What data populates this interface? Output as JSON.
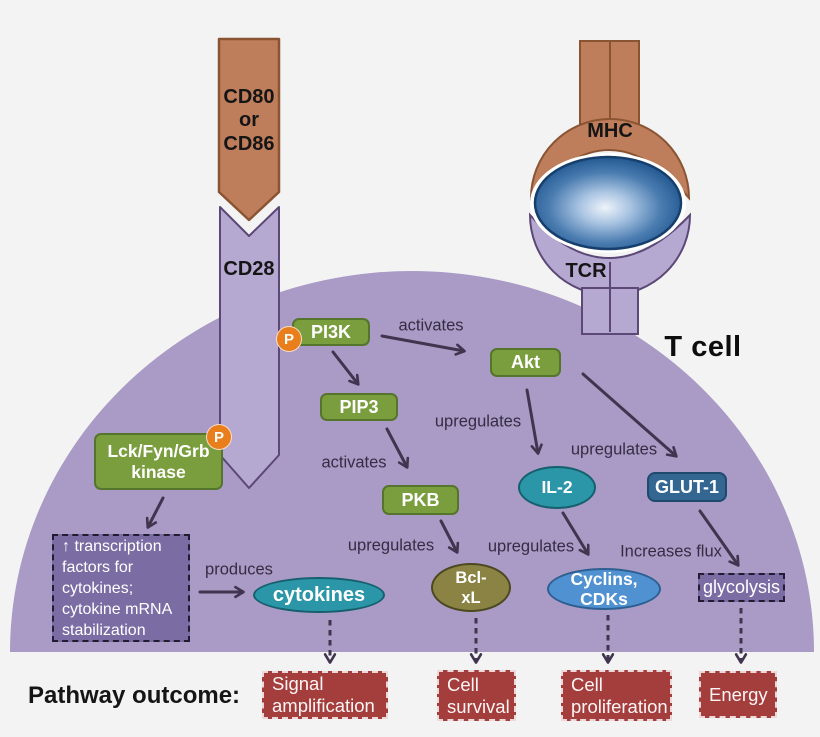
{
  "cell": {
    "label": "T cell"
  },
  "membrane": {
    "cd80": "CD80\nor\nCD86",
    "cd28": "CD28",
    "mhc": "MHC",
    "tcr": "TCR",
    "phospho": "P"
  },
  "nodes": {
    "pi3k": "PI3K",
    "pip3": "PIP3",
    "pkb": "PKB",
    "akt": "Akt",
    "lck": "Lck/Fyn/Grb\nkinase",
    "transcription": "↑ transcription\nfactors for\ncytokines;\ncytokine mRNA\nstabilization",
    "cytokines": "cytokines",
    "il2": "IL-2",
    "glut1": "GLUT-1",
    "bclxl": "Bcl-\nxL",
    "cyclins": "Cyclins,\nCDKs",
    "glycolysis": "glycolysis"
  },
  "edges": {
    "activates": "activates",
    "upregulates": "upregulates",
    "produces": "produces",
    "increases_flux": "Increases flux"
  },
  "outcomes": {
    "heading": "Pathway outcome:",
    "signal": "Signal\namplification",
    "survival": "Cell\nsurvival",
    "proliferation": "Cell\nproliferation",
    "energy": "Energy"
  },
  "colors": {
    "background": "#f4f3f4",
    "cell_purple": "#a99bc5",
    "receptor_purple": "#b6a9d1",
    "receptor_outline": "#5b4877",
    "ligand_brown": "#bf7e5b",
    "ligand_outline": "#8a5433",
    "kinase_green": "#7a9d3e",
    "phospho_orange": "#e97e1c",
    "teal": "#2c96a9",
    "glut1_blue": "#336691",
    "cyclins_blue": "#4f91d1",
    "bcl_olive": "#8b8343",
    "factor_purple": "#7b6ca3",
    "outcome_red": "#a43e3d",
    "peptide_blue": "#2b5d94",
    "arrow": "#40344f"
  }
}
